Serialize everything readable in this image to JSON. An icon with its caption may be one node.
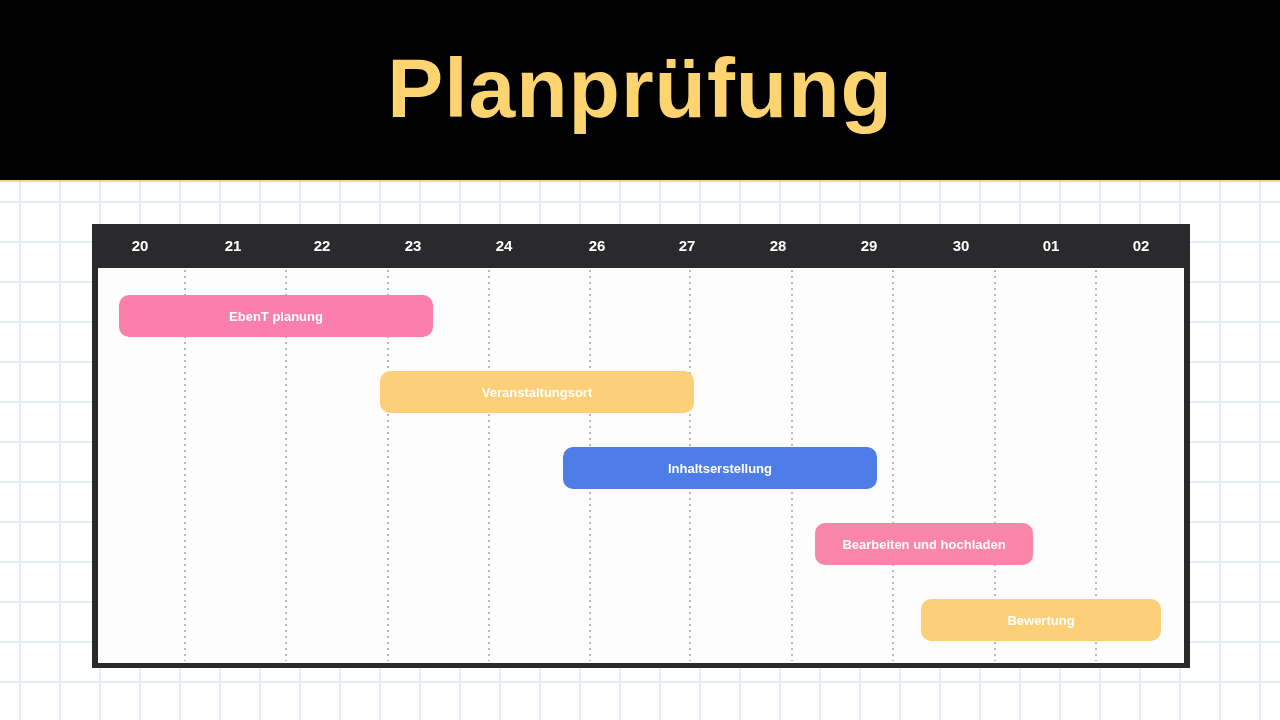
{
  "diagram": {
    "title": "Planprüfung",
    "nodes": [
      {
        "text": [
          "EbenT planung"
        ]
      },
      {
        "text": [
          "Veranstaltungsort"
        ]
      },
      {
        "text": [
          "Inhaltserstellung"
        ]
      },
      {
        "text": [
          "Bearbeiten und hochladen"
        ]
      },
      {
        "text": [
          "Bewertung"
        ]
      }
    ],
    "labels": [
      "20",
      "21",
      "22",
      "23",
      "24",
      "26",
      "27",
      "28",
      "29",
      "30",
      "01",
      "02"
    ]
  }
}
